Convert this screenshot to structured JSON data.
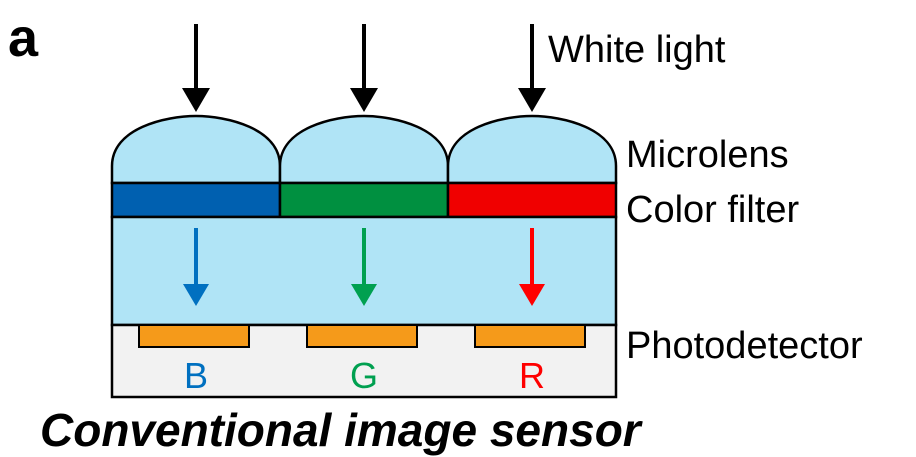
{
  "panel_letter": "a",
  "incoming_light_label": "White light",
  "layers": {
    "microlens": "Microlens",
    "color_filter": "Color filter",
    "photodetector": "Photodetector"
  },
  "channels": [
    {
      "letter": "B",
      "color": "#0070C0"
    },
    {
      "letter": "G",
      "color": "#00A050"
    },
    {
      "letter": "R",
      "color": "#FF0000"
    }
  ],
  "colors": {
    "filter_blue": "#0060B0",
    "filter_green": "#009040",
    "filter_red": "#F00000",
    "substrate": "#B0E4F6",
    "detector": "#F59A1A",
    "base": "#F2F2F2"
  },
  "caption": "Conventional image sensor"
}
